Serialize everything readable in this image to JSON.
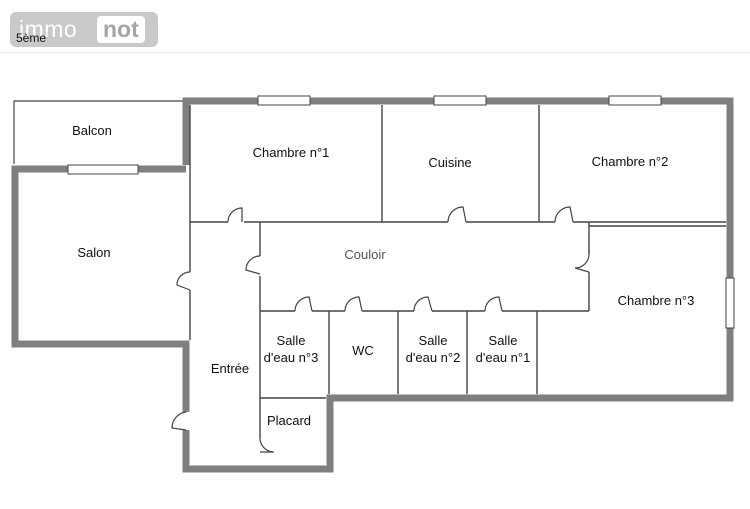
{
  "logo": {
    "part1": "immo",
    "part2": "not"
  },
  "floor_label": "5ème",
  "rooms": {
    "balcon": "Balcon",
    "chambre1": "Chambre n°1",
    "cuisine": "Cuisine",
    "chambre2": "Chambre n°2",
    "salon": "Salon",
    "couloir": "Couloir",
    "chambre3": "Chambre n°3",
    "salle3_l1": "Salle",
    "salle3_l2": "d'eau n°3",
    "wc": "WC",
    "salle2_l1": "Salle",
    "salle2_l2": "d'eau n°2",
    "salle1_l1": "Salle",
    "salle1_l2": "d'eau n°1",
    "entree": "Entrée",
    "placard": "Placard"
  },
  "colors": {
    "wall": "#7f7f7f",
    "line": "#444444",
    "logo_bg": "#c9c9c9"
  }
}
